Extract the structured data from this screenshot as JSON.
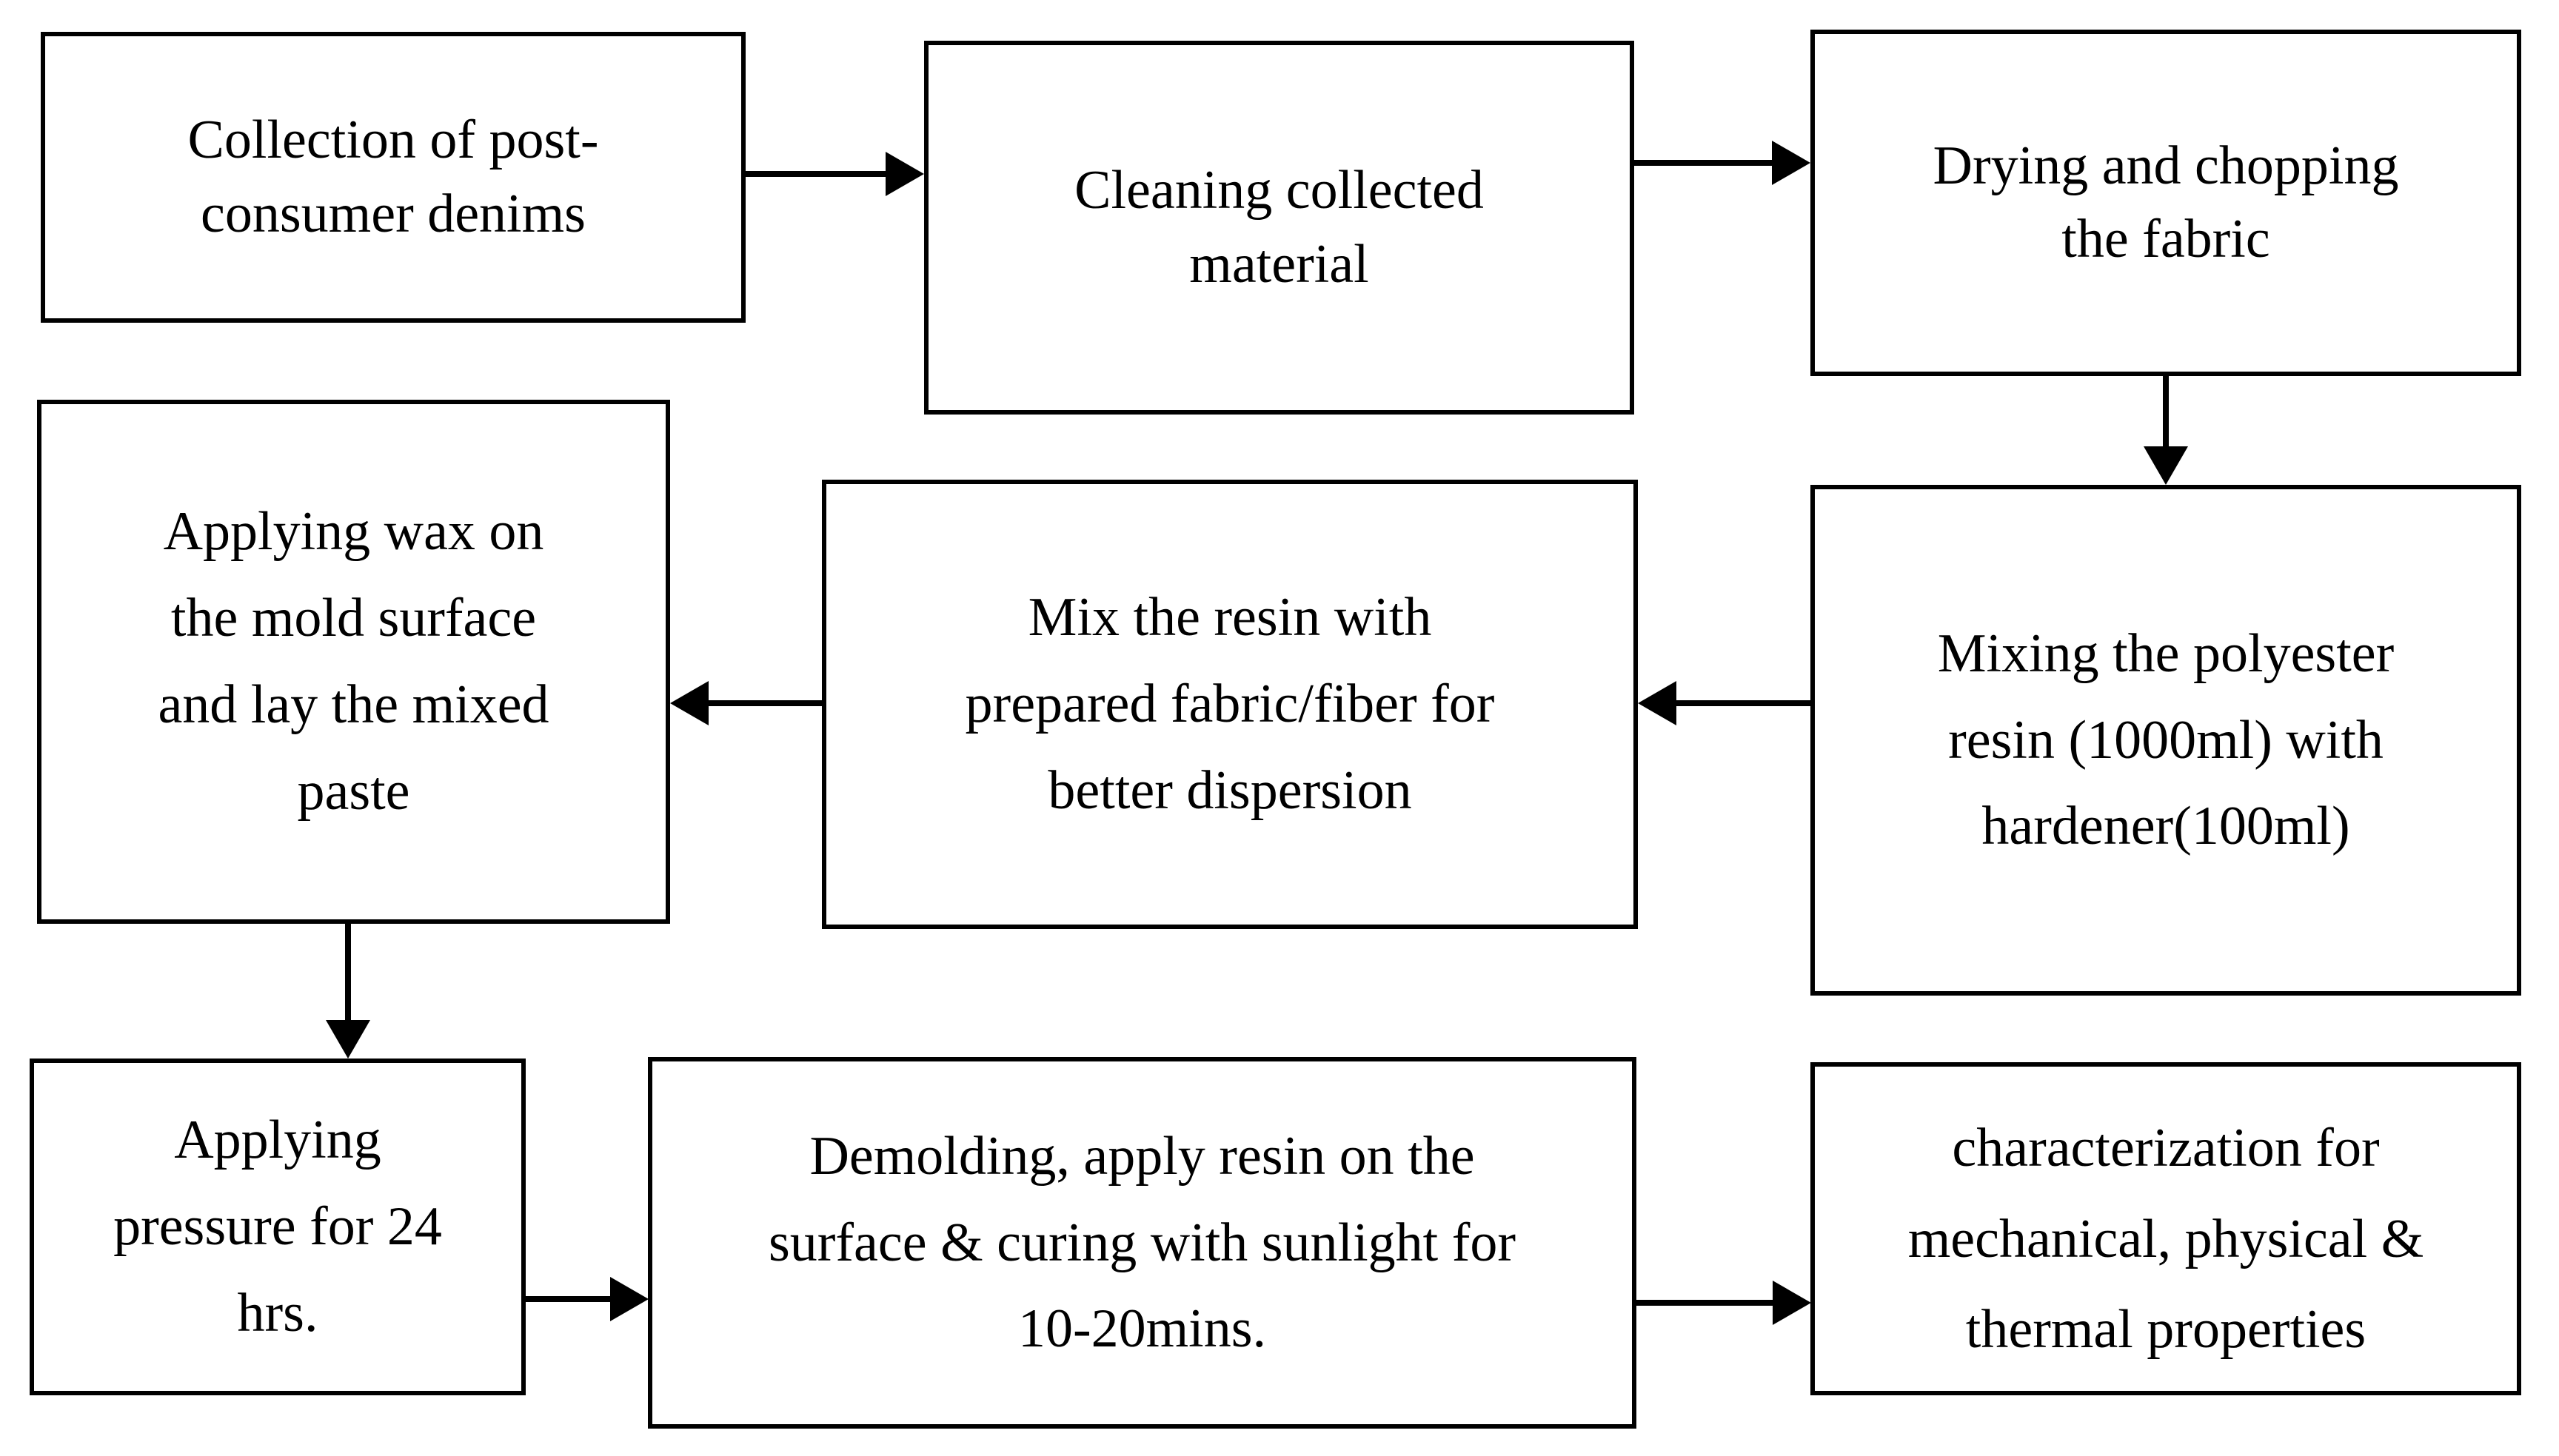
{
  "diagram": {
    "type": "flowchart",
    "orientation": "boustrophedon-rows",
    "background_color": "#ffffff",
    "line_color": "#000000",
    "text_color": "#000000",
    "nodes": [
      {
        "id": "n1",
        "label": "Collection of post-\nconsumer denims",
        "row": 1,
        "column": 1
      },
      {
        "id": "n2",
        "label": "Cleaning collected\nmaterial",
        "row": 1,
        "column": 2
      },
      {
        "id": "n3",
        "label": "Drying and chopping\nthe fabric",
        "row": 1,
        "column": 3
      },
      {
        "id": "n4",
        "label": "Applying wax on\nthe mold surface\nand lay the mixed\npaste",
        "row": 2,
        "column": 1
      },
      {
        "id": "n5",
        "label": "Mix the resin with\nprepared fabric/fiber for\nbetter dispersion",
        "row": 2,
        "column": 2
      },
      {
        "id": "n6",
        "label": "Mixing the polyester\nresin (1000ml) with\nhardener(100ml)",
        "row": 2,
        "column": 3
      },
      {
        "id": "n7",
        "label": "Applying\npressure for 24\nhrs.",
        "row": 3,
        "column": 1
      },
      {
        "id": "n8",
        "label": "Demolding, apply resin on the\nsurface & curing with sunlight for\n10-20mins.",
        "row": 3,
        "column": 2
      },
      {
        "id": "n9",
        "label": "characterization for\nmechanical, physical &\nthermal properties",
        "row": 3,
        "column": 3
      }
    ],
    "edges": [
      {
        "id": "e1",
        "from": "n1",
        "to": "n2",
        "direction": "right"
      },
      {
        "id": "e2",
        "from": "n2",
        "to": "n3",
        "direction": "right"
      },
      {
        "id": "e3",
        "from": "n3",
        "to": "n6",
        "direction": "down"
      },
      {
        "id": "e4",
        "from": "n6",
        "to": "n5",
        "direction": "left"
      },
      {
        "id": "e5",
        "from": "n5",
        "to": "n4",
        "direction": "left"
      },
      {
        "id": "e6",
        "from": "n4",
        "to": "n7",
        "direction": "down"
      },
      {
        "id": "e7",
        "from": "n7",
        "to": "n8",
        "direction": "right"
      },
      {
        "id": "e8",
        "from": "n8",
        "to": "n9",
        "direction": "right"
      }
    ]
  }
}
